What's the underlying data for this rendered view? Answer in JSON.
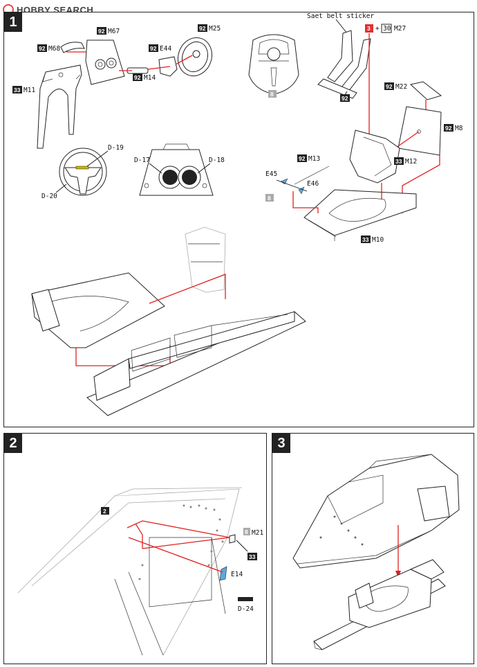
{
  "watermark": {
    "brand": "HOBBY SEARCH"
  },
  "steps": [
    {
      "number": "1"
    },
    {
      "number": "2"
    },
    {
      "number": "3"
    }
  ],
  "step1": {
    "sticker_title": "Saet belt sticker",
    "labels": {
      "m67": "M67",
      "m68": "M68",
      "m25": "M25",
      "e44": "E44",
      "m14": "M14",
      "m11": "M11",
      "m27": "M27",
      "m22": "M22",
      "m8": "M8",
      "m12": "M12",
      "m13": "M13",
      "e45": "E45",
      "e46": "E46",
      "m10": "M10",
      "d19": "D-19",
      "d20": "D-20",
      "d17": "D-17",
      "d18": "D-18"
    },
    "tags": {
      "t92": "92",
      "t33": "33",
      "t3": "3",
      "t30": "30",
      "t8": "8",
      "plus": "+"
    }
  },
  "step2": {
    "labels": {
      "m21": "M21",
      "e14": "E14",
      "d24": "D-24"
    },
    "tags": {
      "t2": "2",
      "t8": "8",
      "t33": "33"
    }
  }
}
